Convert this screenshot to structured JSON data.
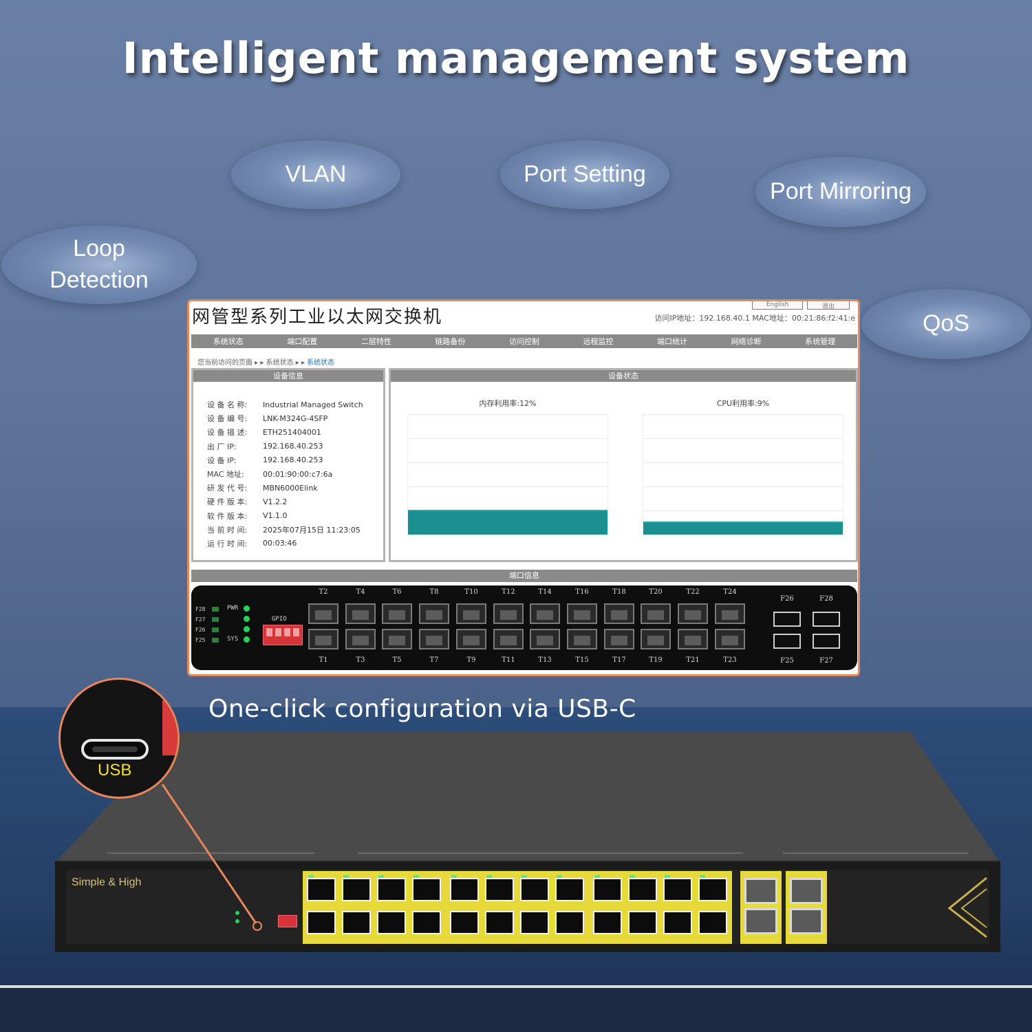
{
  "headline": "Intelligent management system",
  "features": {
    "vlan": "VLAN",
    "port_setting": "Port Setting",
    "port_mirroring": "Port Mirroring",
    "loop_line1": "Loop",
    "loop_line2": "Detection",
    "qos": "QoS"
  },
  "ui": {
    "title": "网管型系列工业以太网交换机",
    "top_buttons": [
      "English",
      "退出"
    ],
    "access_info": "访问IP地址：192.168.40.1  MAC地址：00:21:86:f2:41:e",
    "nav": [
      "系统状态",
      "端口配置",
      "二层特性",
      "链路备份",
      "访问控制",
      "远程监控",
      "端口统计",
      "网络诊断",
      "系统管理"
    ],
    "breadcrumb_prefix": "您当前访问的页面 ▸ ▸ 系统状态 ▸ ▸",
    "breadcrumb_current": "系统状态",
    "device_info_title": "设备信息",
    "device_info": [
      {
        "k": "设 备 名 称:",
        "v": "Industrial Managed Switch"
      },
      {
        "k": "设 备 编 号:",
        "v": "LNK-M324G-4SFP"
      },
      {
        "k": "设 备 描 述:",
        "v": "ETH251404001"
      },
      {
        "k": "出 厂    IP:",
        "v": "192.168.40.253"
      },
      {
        "k": "设 备    IP:",
        "v": "192.168.40.253"
      },
      {
        "k": "MAC  地址:",
        "v": "00:01:90:00:c7:6a"
      },
      {
        "k": "研 发 代 号:",
        "v": "MBN6000Elink"
      },
      {
        "k": "硬 件 版 本:",
        "v": "V1.2.2"
      },
      {
        "k": "软 件 版 本:",
        "v": "V1.1.0"
      },
      {
        "k": "当 前 时 间:",
        "v": "2025年07月15日 11:23:05"
      },
      {
        "k": "运 行 时 间:",
        "v": "00:03:46"
      }
    ],
    "device_status_title": "设备状态",
    "memory_label": "内存利用率:12%",
    "memory_pct": 12,
    "cpu_label": "CPU利用率:9%",
    "cpu_pct": 9,
    "port_info_title": "端口信息",
    "top_ports": [
      "T2",
      "T4",
      "T6",
      "T8",
      "T10",
      "T12",
      "T14",
      "T16",
      "T18",
      "T20",
      "T22",
      "T24"
    ],
    "bottom_ports": [
      "T1",
      "T3",
      "T5",
      "T7",
      "T9",
      "T11",
      "T13",
      "T15",
      "T17",
      "T19",
      "T21",
      "T23"
    ],
    "sfp_top": [
      "F26",
      "F28"
    ],
    "sfp_bottom": [
      "F25",
      "F27"
    ],
    "led_left": [
      "F28",
      "F27",
      "F26",
      "F25"
    ],
    "pwr": "PWR",
    "sys": "SYS",
    "gpio": "GPIO"
  },
  "caption": "One-click configuration via USB-C",
  "device": {
    "brand": "Simple & High",
    "usb_label": "USB"
  },
  "colors": {
    "accent_orange": "#e8875a",
    "gauge_teal": "#1c9090",
    "port_yellow": "#e7d93a",
    "usb_label_yellow": "#f4e02c"
  }
}
